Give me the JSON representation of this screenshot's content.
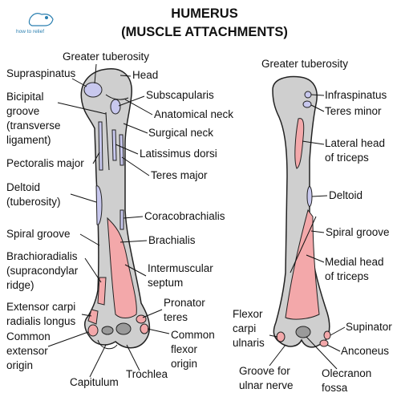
{
  "title": {
    "line1": "HUMERUS",
    "line2": "(MUSCLE ATTACHMENTS)"
  },
  "logo": {
    "text": "how to relief"
  },
  "colors": {
    "bone": "#cfcfcf",
    "origin": "#f3a8aa",
    "insertion": "#c8c8ee",
    "outline": "#222222"
  },
  "anterior": {
    "greater_tuberosity": "Greater tuberosity",
    "head": "Head",
    "supraspinatus": "Supraspinatus",
    "subscapularis": "Subscapularis",
    "bicipital_1": "Bicipital",
    "bicipital_2": "groove",
    "bicipital_3": "(transverse",
    "bicipital_4": "ligament)",
    "anatomical_neck": "Anatomical neck",
    "surgical_neck": "Surgical neck",
    "latissimus": "Latissimus dorsi",
    "pectoralis": "Pectoralis major",
    "teres_major": "Teres major",
    "deltoid_1": "Deltoid",
    "deltoid_2": "(tuberosity)",
    "coracobrachialis": "Coracobrachialis",
    "spiral_groove": "Spiral groove",
    "brachialis": "Brachialis",
    "brachioradialis_1": "Brachioradialis",
    "brachioradialis_2": "(supracondylar",
    "brachioradialis_3": "ridge)",
    "intermuscular_1": "Intermuscular",
    "intermuscular_2": "septum",
    "extensor_1": "Extensor carpi",
    "extensor_2": "radialis longus",
    "pronator_1": "Pronator",
    "pronator_2": "teres",
    "common_ext_1": "Common",
    "common_ext_2": "extensor",
    "common_ext_3": "origin",
    "common_flex_1": "Common",
    "common_flex_2": "flexor",
    "common_flex_3": "origin",
    "capitulum": "Capitulum",
    "trochlea": "Trochlea"
  },
  "posterior": {
    "greater_tuberosity": "Greater tuberosity",
    "infraspinatus": "Infraspinatus",
    "teres_minor": "Teres minor",
    "lateral_1": "Lateral head",
    "lateral_2": "of triceps",
    "deltoid": "Deltoid",
    "spiral_groove": "Spiral groove",
    "medial_1": "Medial head",
    "medial_2": "of triceps",
    "flexor_1": "Flexor",
    "flexor_2": "carpi",
    "flexor_3": "ulnaris",
    "supinator": "Supinator",
    "anconeus": "Anconeus",
    "groove_1": "Groove for",
    "groove_2": "ulnar nerve",
    "olecranon_1": "Olecranon",
    "olecranon_2": "fossa"
  }
}
